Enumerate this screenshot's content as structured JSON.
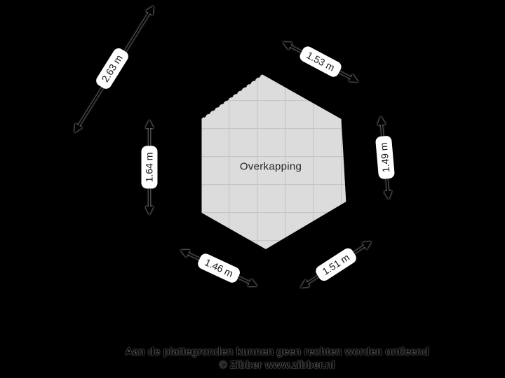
{
  "plan": {
    "room_label": "Overkapping",
    "dimensions": {
      "diagonal": "2.63 m",
      "top_right": "1.53 m",
      "left": "1.64 m",
      "right": "1.49 m",
      "bottom_left": "1.46 m",
      "bottom_right": "1.51 m"
    }
  },
  "footer": {
    "disclaimer": "Aan de plattegronden kunnen geen rechten worden ontleend",
    "credit": "© Zibber www.zibber.nl"
  },
  "colors": {
    "background": "#000000",
    "room_fill": "#dcdcdc",
    "grid_line": "#c6c6c6",
    "wall": "#000000",
    "dimension_pill_bg": "#ffffff",
    "dimension_text": "#141414"
  }
}
